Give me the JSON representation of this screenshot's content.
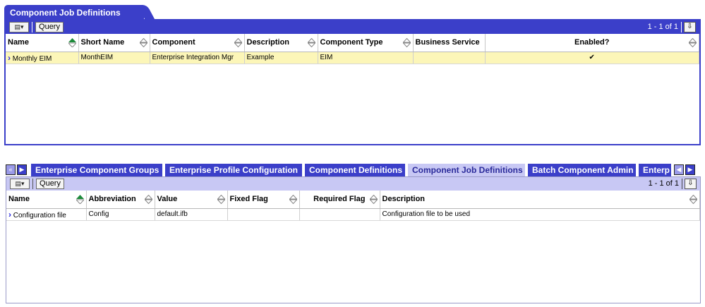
{
  "top_applet": {
    "title": "Component Job Definitions",
    "menu_icon": "menu-icon",
    "query_label": "Query",
    "record_count": "1 - 1 of 1",
    "columns": [
      "Name",
      "Short Name",
      "Component",
      "Description",
      "Component Type",
      "Business Service",
      "Enabled?"
    ],
    "rows": [
      {
        "name": "Monthly EIM",
        "short_name": "MonthEIM",
        "component": "Enterprise Integration Mgr",
        "description": "Example",
        "component_type": "EIM",
        "business_service": "",
        "enabled": "✔"
      }
    ]
  },
  "tabs": {
    "items": [
      "Enterprise Component Groups",
      "Enterprise Profile Configuration",
      "Component Definitions",
      "Component Job Definitions",
      "Batch Component Admin",
      "Enterp"
    ],
    "active_index": 3
  },
  "bottom_applet": {
    "query_label": "Query",
    "record_count": "1 - 1 of 1",
    "columns": [
      "Name",
      "Abbreviation",
      "Value",
      "Fixed Flag",
      "Required Flag",
      "Description"
    ],
    "rows": [
      {
        "name": "Configuration file",
        "abbreviation": "Config",
        "value": "default.ifb",
        "fixed_flag": "",
        "required_flag": "",
        "description": "Configuration file to be used"
      }
    ]
  },
  "colors": {
    "accent": "#3b3fc9",
    "toolbar_light": "#c8c8f4",
    "selected_row": "#fcf6b8"
  }
}
